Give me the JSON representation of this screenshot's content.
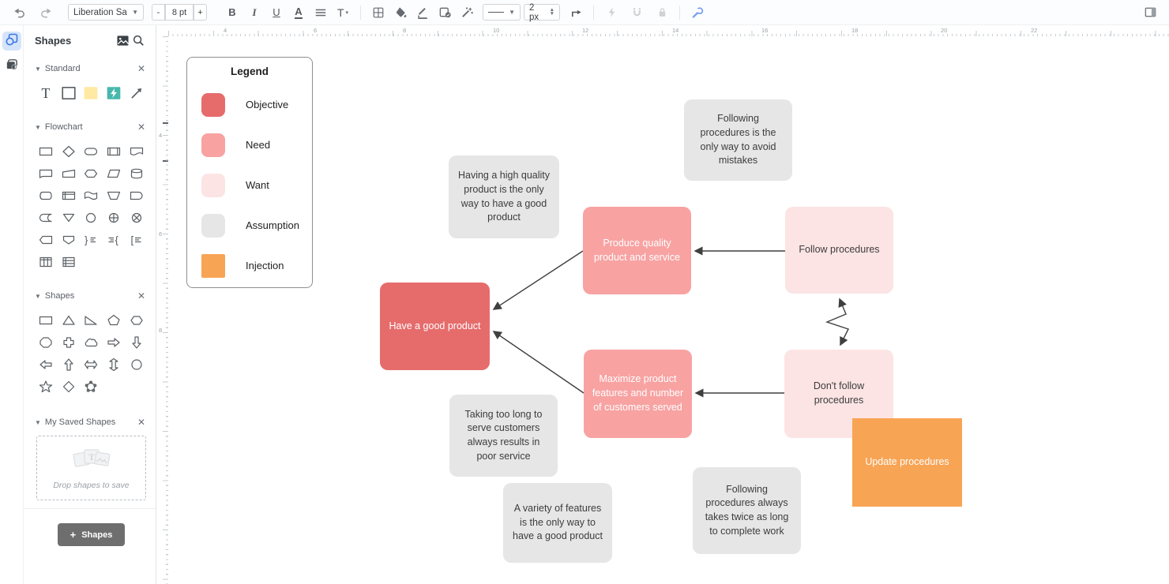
{
  "toolbar": {
    "font_name": "Liberation Sans",
    "font_size": "8 pt",
    "minus_label": "-",
    "plus_label": "+",
    "bold_label": "B",
    "italic_label": "I",
    "underline_label": "U",
    "font_color_label": "A",
    "vertical_align_label": "T",
    "line_width": "2 px"
  },
  "sidebar": {
    "title": "Shapes",
    "sections": [
      {
        "label": "Standard"
      },
      {
        "label": "Flowchart"
      },
      {
        "label": "Shapes"
      },
      {
        "label": "My Saved Shapes"
      }
    ],
    "drop_hint": "Drop shapes to save",
    "add_button_label": "Shapes",
    "add_button_plus": "+"
  },
  "rulers": {
    "horizontal_labels": [
      "4",
      "6",
      "8",
      "10",
      "12",
      "14",
      "16",
      "18",
      "20",
      "22"
    ],
    "vertical_labels": [
      "4",
      "6",
      "8"
    ]
  },
  "legend": {
    "title": "Legend",
    "items": [
      {
        "label": "Objective",
        "color": "#e66c6c"
      },
      {
        "label": "Need",
        "color": "#f8a2a2"
      },
      {
        "label": "Want",
        "color": "#fce4e4"
      },
      {
        "label": "Assumption",
        "color": "#e6e6e6"
      },
      {
        "label": "Injection",
        "color": "#f8a455"
      }
    ]
  },
  "diagram": {
    "nodes": [
      {
        "id": "objective",
        "type": "Objective",
        "color": "#e66c6c",
        "label": "Have a good product"
      },
      {
        "id": "need1",
        "type": "Need",
        "color": "#f8a2a2",
        "label": "Produce quality product and service"
      },
      {
        "id": "need2",
        "type": "Need",
        "color": "#f8a2a2",
        "label": "Maximize product features and number of customers served"
      },
      {
        "id": "want1",
        "type": "Want",
        "color": "#fce4e4",
        "label": "Follow procedures"
      },
      {
        "id": "want2",
        "type": "Want",
        "color": "#fce4e4",
        "label": "Don't follow procedures"
      },
      {
        "id": "injection",
        "type": "Injection",
        "color": "#f8a455",
        "label": "Update procedures"
      },
      {
        "id": "assumption1",
        "type": "Assumption",
        "color": "#e6e6e6",
        "label": "Having a high quality product is the only way to have a good product"
      },
      {
        "id": "assumption2",
        "type": "Assumption",
        "color": "#e6e6e6",
        "label": "Following procedures is the only way to avoid mistakes"
      },
      {
        "id": "assumption3",
        "type": "Assumption",
        "color": "#e6e6e6",
        "label": "Taking too long to serve customers always results in poor service"
      },
      {
        "id": "assumption4",
        "type": "Assumption",
        "color": "#e6e6e6",
        "label": "A variety of features is the only way to have a good product"
      },
      {
        "id": "assumption5",
        "type": "Assumption",
        "color": "#e6e6e6",
        "label": "Following procedures always takes twice as long to complete work"
      }
    ],
    "edges": [
      {
        "from": "need1",
        "to": "objective",
        "style": "arrow"
      },
      {
        "from": "need2",
        "to": "objective",
        "style": "arrow"
      },
      {
        "from": "want1",
        "to": "need1",
        "style": "arrow"
      },
      {
        "from": "want2",
        "to": "need2",
        "style": "arrow"
      },
      {
        "from": "want1",
        "to": "want2",
        "style": "conflict-zigzag"
      }
    ]
  }
}
